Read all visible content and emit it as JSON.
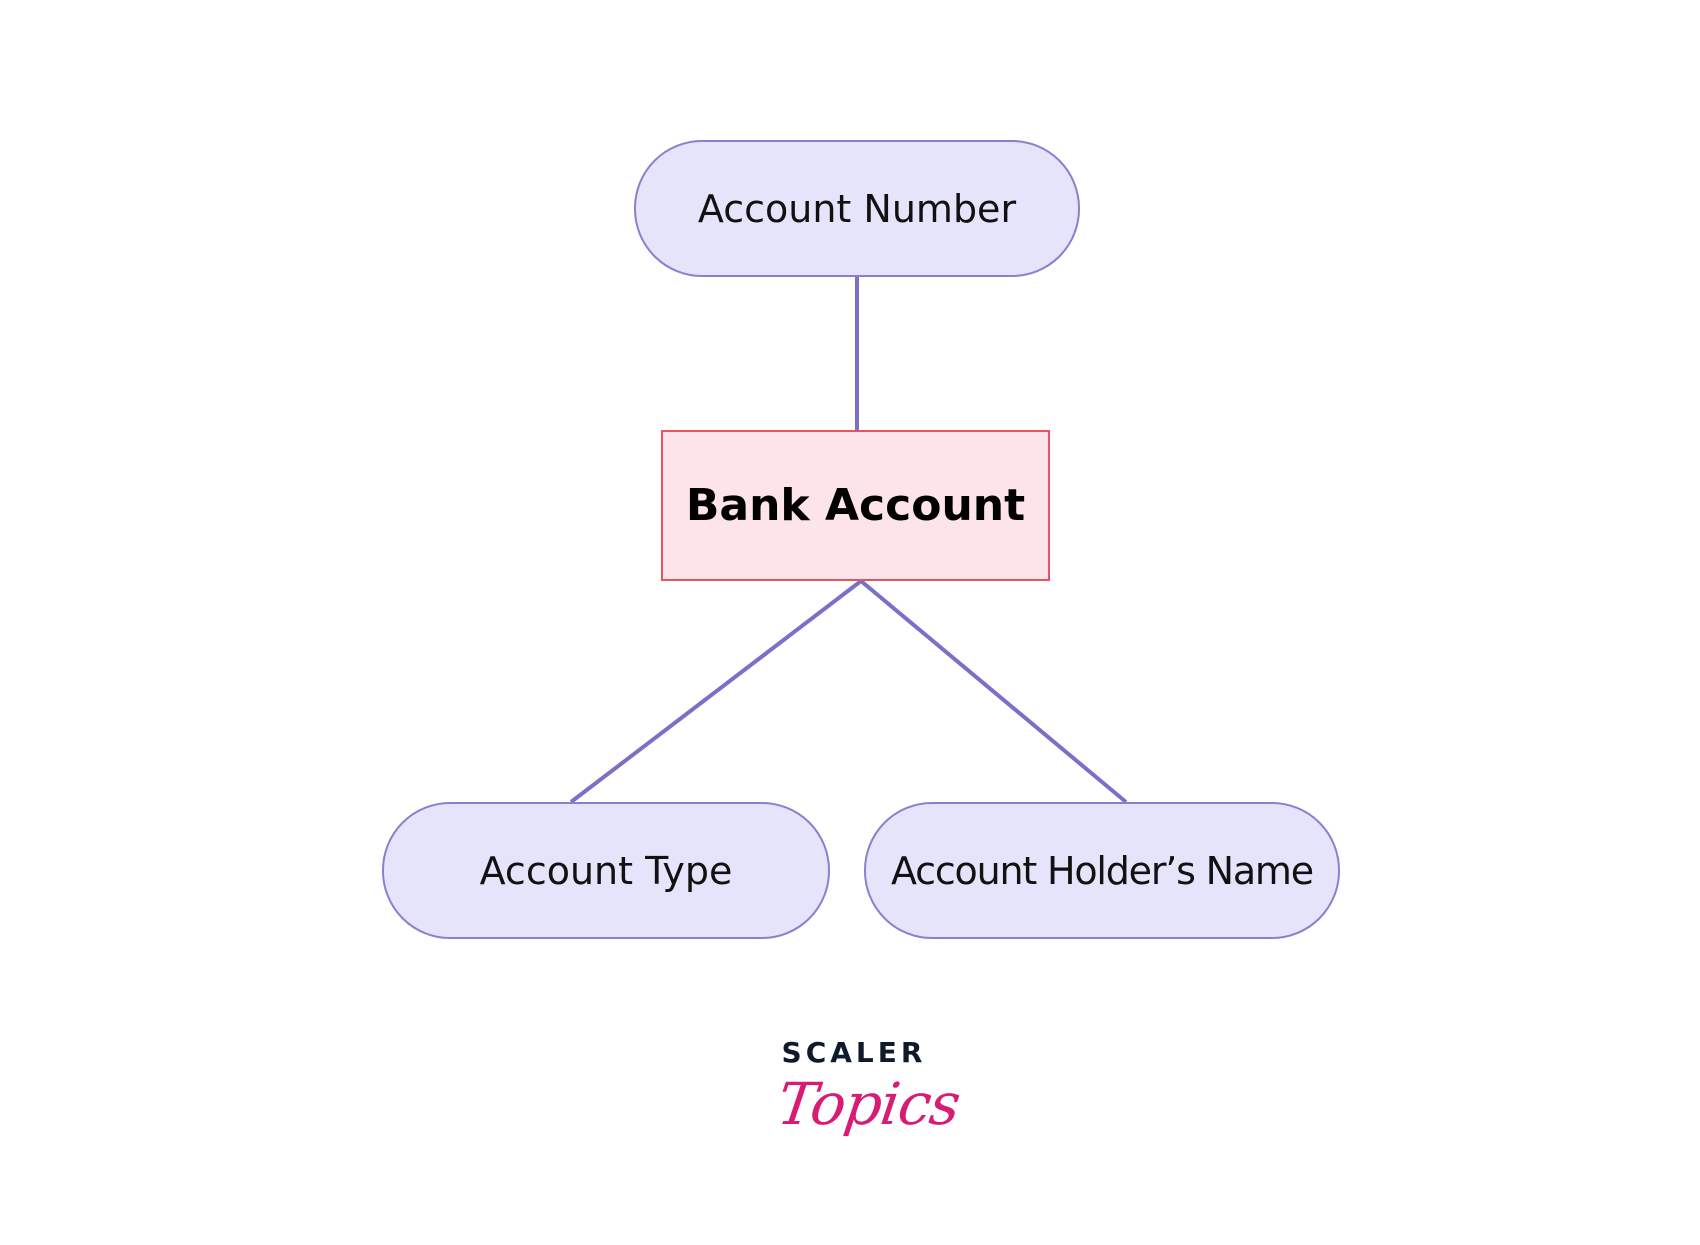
{
  "colors": {
    "connector": "#7b70c8",
    "attribute_fill": "#e6e4fb",
    "attribute_border": "#8b80cc",
    "entity_fill": "#fde4e8",
    "entity_border": "#e8535f",
    "logo_dark": "#0f1b2d",
    "logo_pink": "#d81b73"
  },
  "diagram": {
    "entity": {
      "label": "Bank Account"
    },
    "attributes": [
      {
        "label": "Account Number"
      },
      {
        "label": "Account Type"
      },
      {
        "label": "Account Holder’s Name"
      }
    ]
  },
  "logo": {
    "top_text": "SCALER",
    "bottom_text": "Topics"
  }
}
